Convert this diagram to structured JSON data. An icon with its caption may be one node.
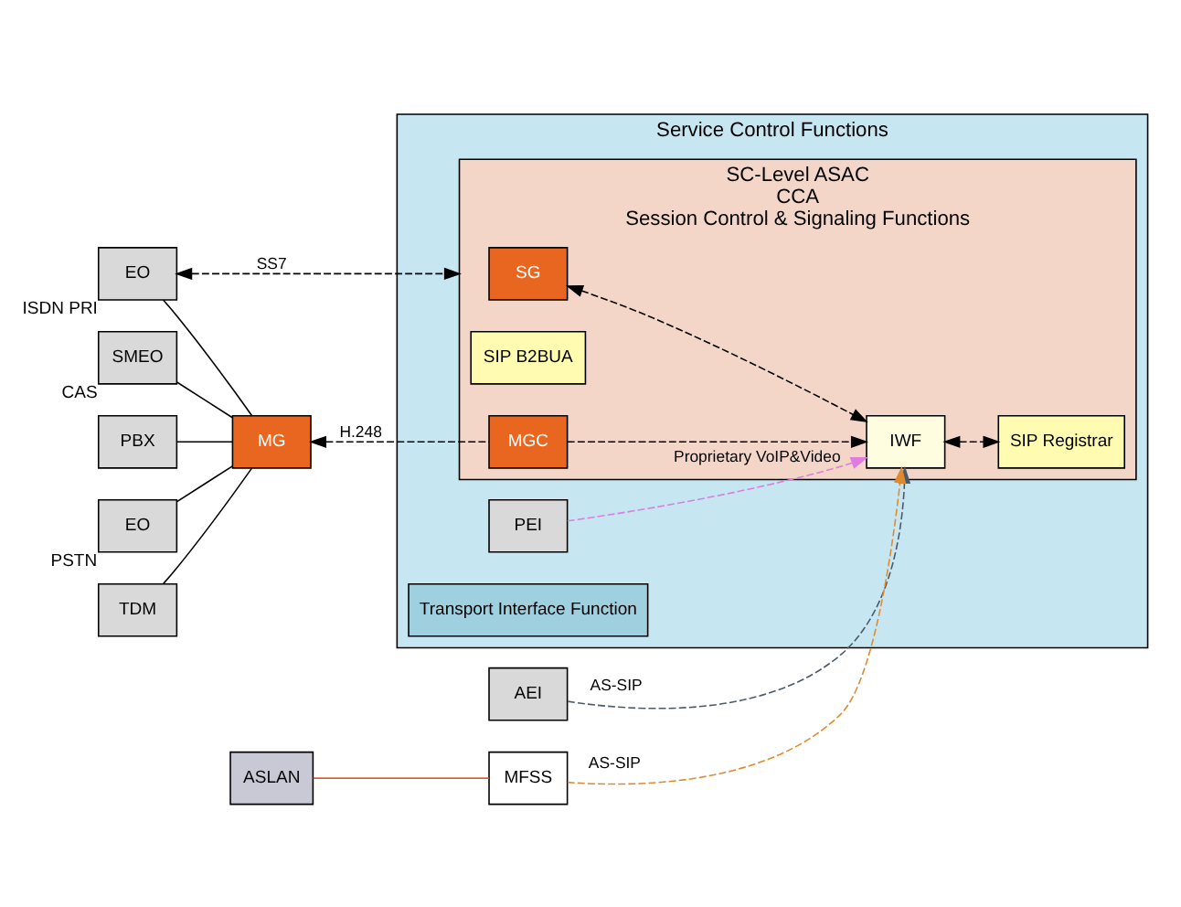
{
  "diagram": {
    "nodes": [
      {
        "text": [
          "EO"
        ],
        "beside": [
          "ISDN PRI"
        ]
      },
      {
        "text": [
          "SMEO"
        ],
        "beside": [
          "CAS"
        ]
      },
      {
        "text": [
          "PBX"
        ]
      },
      {
        "text": [
          "EO"
        ],
        "beside": [
          "PSTN"
        ]
      },
      {
        "text": [
          "TDM"
        ]
      },
      {
        "text": [
          "Service Control Functions"
        ]
      },
      {
        "text": [
          "SC-Level ASAC",
          "CCA",
          "Session Control & Signaling Functions"
        ],
        "in": 5
      },
      {
        "text": [
          "SG"
        ],
        "in": 6
      },
      {
        "text": [
          "SIP B2BUA"
        ],
        "in": 6
      },
      {
        "text": [
          "MG"
        ]
      },
      {
        "text": [
          "MGC"
        ],
        "in": 6
      },
      {
        "text": [
          "IWF"
        ],
        "in": 6
      },
      {
        "text": [
          "SIP Registrar"
        ],
        "in": 6
      },
      {
        "text": [
          "PEI"
        ],
        "in": 5
      },
      {
        "text": [
          "Transport Interface Function"
        ],
        "in": 5
      },
      {
        "text": [
          "AEI"
        ]
      },
      {
        "text": [
          "ASLAN"
        ]
      },
      {
        "text": [
          "MFSS"
        ]
      }
    ],
    "edges": [
      {
        "from": 0,
        "to": 9,
        "arrow": "none"
      },
      {
        "from": 1,
        "to": 9,
        "arrow": "none"
      },
      {
        "from": 2,
        "to": 9,
        "arrow": "none"
      },
      {
        "from": 3,
        "to": 9,
        "arrow": "none"
      },
      {
        "from": 4,
        "to": 9,
        "arrow": "none"
      },
      {
        "from": 6,
        "to": 0,
        "arrow": "both",
        "label": "SS7",
        "style": "dashed"
      },
      {
        "from": 7,
        "to": 11,
        "arrow": "both",
        "style": "dashed"
      },
      {
        "from": 10,
        "to": 9,
        "arrow": "to",
        "label": "H.248",
        "style": "dashed"
      },
      {
        "from": 10,
        "to": 11,
        "arrow": "to",
        "style": "dashed"
      },
      {
        "from": 11,
        "to": 12,
        "arrow": "both",
        "style": "dashed"
      },
      {
        "from": 13,
        "to": 11,
        "arrow": "to",
        "label": "Proprietary VoIP&Video",
        "style": "dashed",
        "color": "#e07be0"
      },
      {
        "from": 15,
        "to": 11,
        "arrow": "to",
        "label": "AS-SIP",
        "style": "dashed",
        "color": "#4a5a6a"
      },
      {
        "from": 17,
        "to": 11,
        "arrow": "to",
        "label": "AS-SIP",
        "style": "dashed",
        "color": "#e08a30"
      },
      {
        "from": 16,
        "to": 17,
        "arrow": "none",
        "color": "#d9603a"
      }
    ]
  }
}
